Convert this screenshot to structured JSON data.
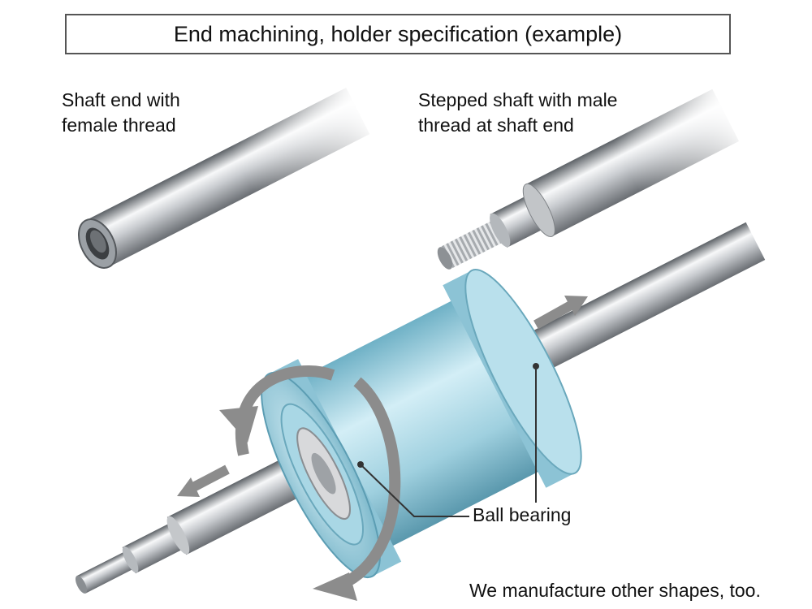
{
  "title": "End machining, holder specification (example)",
  "labels": {
    "female_thread": "Shaft end with\nfemale thread",
    "male_thread": "Stepped shaft with male\nthread at shaft end",
    "ball_bearing": "Ball bearing",
    "note": "We manufacture other shapes, too."
  },
  "colors": {
    "steel_dark": "#6e7378",
    "steel_light": "#f4f6f7",
    "housing_blue": "#9fd0df",
    "housing_dark": "#5c9db3",
    "arrow_gray": "#8c8c8c",
    "leader_line": "#333333"
  }
}
